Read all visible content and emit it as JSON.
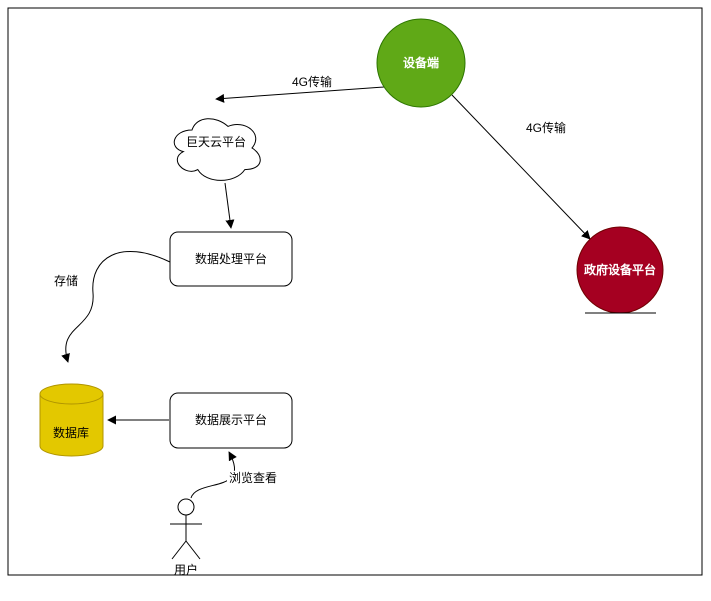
{
  "canvas": {
    "background": "#ffffff",
    "border_color": "#000000"
  },
  "nodes": {
    "device": {
      "label": "设备端",
      "fill": "#60a917",
      "stroke": "#2d7600",
      "text_color": "#ffffff",
      "shape": "circle"
    },
    "cloud": {
      "label": "巨天云平台",
      "fill": "#ffffff",
      "stroke": "#000000",
      "text_color": "#000000",
      "shape": "cloud"
    },
    "processing": {
      "label": "数据处理平台",
      "fill": "#ffffff",
      "stroke": "#000000",
      "text_color": "#000000",
      "shape": "rounded-rect"
    },
    "government": {
      "label": "政府设备平台",
      "fill": "#a50021",
      "stroke": "#6f0000",
      "text_color": "#ffffff",
      "shape": "circle"
    },
    "database": {
      "label": "数据库",
      "fill": "#e3c800",
      "stroke": "#b09500",
      "text_color": "#000000",
      "shape": "cylinder"
    },
    "display": {
      "label": "数据展示平台",
      "fill": "#ffffff",
      "stroke": "#000000",
      "text_color": "#000000",
      "shape": "rounded-rect"
    },
    "user": {
      "label": "用户",
      "text_color": "#000000",
      "shape": "actor"
    }
  },
  "edges": {
    "device_to_cloud": {
      "label": "4G传输",
      "from": "device",
      "to": "cloud"
    },
    "device_to_government": {
      "label": "4G传输",
      "from": "device",
      "to": "government"
    },
    "cloud_to_processing": {
      "label": "",
      "from": "cloud",
      "to": "processing"
    },
    "processing_to_database": {
      "label": "存储",
      "from": "processing",
      "to": "database"
    },
    "display_to_database": {
      "label": "",
      "from": "display",
      "to": "database"
    },
    "user_to_display": {
      "label": "浏览查看",
      "from": "user",
      "to": "display"
    }
  }
}
